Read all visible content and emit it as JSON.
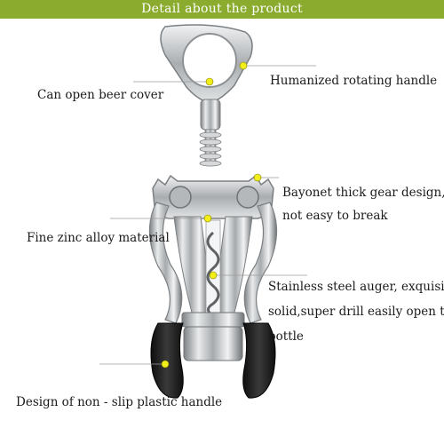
{
  "banner": {
    "title": "Detail about the product",
    "color": "#8aab2e"
  },
  "annotations": {
    "handle": "Humanized rotating handle",
    "beer_cover": "Can open beer cover",
    "gear_line1": "Bayonet thick gear design,",
    "gear_line2": "not easy to break",
    "zinc": "Fine zinc alloy material",
    "auger_line1": "Stainless steel auger, exquisite",
    "auger_line2": "solid,super drill easily open the",
    "auger_line3": "bottle",
    "plastic": "Design of non - slip plastic handle"
  },
  "colors": {
    "marker": "#f2ee1a",
    "leader_line": "#9a9a9a",
    "chrome": "#c9cccf",
    "grip": "#1c1c1c"
  }
}
